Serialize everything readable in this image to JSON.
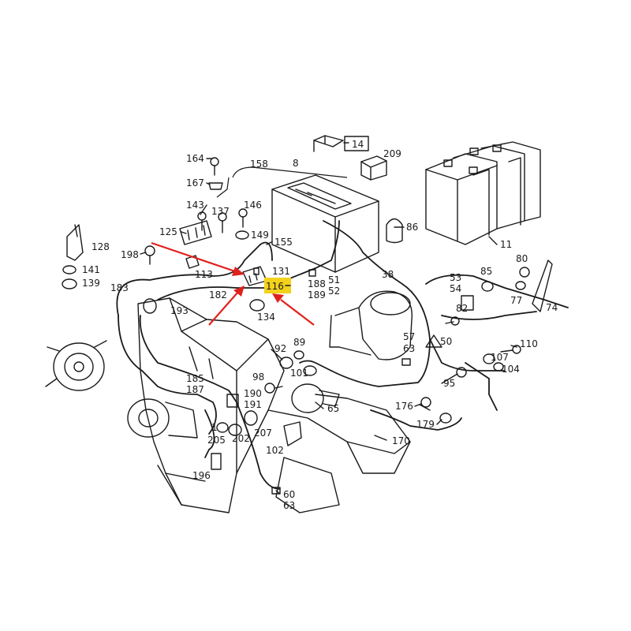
{
  "highlight_color": "#f3d21b",
  "arrow_color": "#e0211b",
  "highlighted_part": "116",
  "labels": {
    "l14": "14",
    "l209": "209",
    "l164": "164",
    "l158": "158",
    "l8": "8",
    "l167": "167",
    "l143": "143",
    "l137": "137",
    "l146": "146",
    "l125": "125",
    "l149": "149",
    "l155": "155",
    "l128": "128",
    "l86": "86",
    "l198": "198",
    "l131": "131",
    "l38": "38",
    "l113": "113",
    "l116": "116",
    "l188": "188",
    "l189": "189",
    "l51": "51",
    "l52": "52",
    "l53": "53",
    "l54": "54",
    "l85": "85",
    "l80": "80",
    "l77": "77",
    "l74": "74",
    "l11": "11",
    "l141": "141",
    "l139": "139",
    "l183": "183",
    "l182": "182",
    "l134": "134",
    "l193": "193",
    "l82": "82",
    "l50": "50",
    "l57": "57",
    "l63a": "63",
    "l110": "110",
    "l92": "92",
    "l89": "89",
    "l107": "107",
    "l104": "104",
    "l101": "101",
    "l95": "95",
    "l98": "98",
    "l185": "185",
    "l187": "187",
    "l190": "190",
    "l191": "191",
    "l65": "65",
    "l176": "176",
    "l179": "179",
    "l1": "1",
    "l205": "205",
    "l202": "202",
    "l207": "207",
    "l170": "170",
    "l102": "102",
    "l196": "196",
    "l60": "60",
    "l63b": "63"
  }
}
